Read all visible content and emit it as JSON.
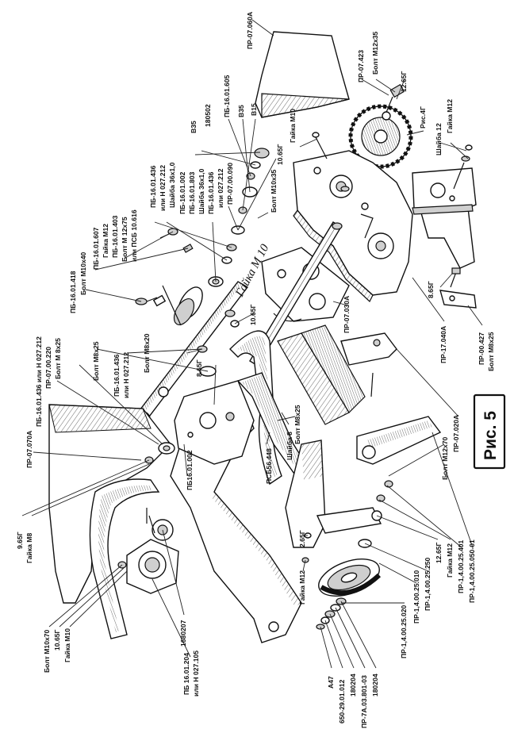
{
  "figure_label": "Рис. 5",
  "drawing_inscription": "Гайка М 10",
  "labels": [
    {
      "id": "pr07060a",
      "text": "ПР-07.060А"
    },
    {
      "id": "pr07423",
      "text": "ПР-07.423"
    },
    {
      "id": "boltm12x35",
      "text": "Болт М12х35"
    },
    {
      "id": "g1265a",
      "text": "12.65Г"
    },
    {
      "id": "ris4g",
      "text": "Рис.4Г"
    },
    {
      "id": "shaiba12",
      "text": "Шайба 12"
    },
    {
      "id": "gaikam12a",
      "text": "Гайка М12"
    },
    {
      "id": "b35",
      "text": "В35"
    },
    {
      "id": "n180502",
      "text": "180502"
    },
    {
      "id": "pb1601605",
      "text": "ПБ-16.01.605"
    },
    {
      "id": "b35b",
      "text": "В35"
    },
    {
      "id": "b15",
      "text": "В15"
    },
    {
      "id": "gaikam10",
      "text": "Гайка М10"
    },
    {
      "id": "g1065a",
      "text": "10.65Г"
    },
    {
      "id": "pb1601436a",
      "text": "ПБ-16.01.436"
    },
    {
      "id": "ilih027212a",
      "text": "или Н 027.212"
    },
    {
      "id": "shaiba36a",
      "text": "Шайба 36х1,0"
    },
    {
      "id": "pb1601002a",
      "text": "ПБ-16.01.002"
    },
    {
      "id": "pb1601803",
      "text": "ПБ-16.01.803"
    },
    {
      "id": "shaiba36b",
      "text": "Шайба 36х1,0"
    },
    {
      "id": "pb1601436b",
      "text": "ПБ-16.01.436"
    },
    {
      "id": "ilih027212b",
      "text": "или 027.212"
    },
    {
      "id": "pr0700090",
      "text": "ПР-07.00.090"
    },
    {
      "id": "boltm10x35",
      "text": "Болт М10х35"
    },
    {
      "id": "pb1601403",
      "text": "ПБ-16.01.403"
    },
    {
      "id": "boltm12x75",
      "text": "Болт М 12х75"
    },
    {
      "id": "ilipsb16616",
      "text": "или ПСБ 10.616"
    },
    {
      "id": "pb1601607",
      "text": "ПБ-16.01.607"
    },
    {
      "id": "gaikam12b",
      "text": "Гайка М12"
    },
    {
      "id": "boltm10x40",
      "text": "Болт М10х40"
    },
    {
      "id": "pb1601418",
      "text": "ПБ-16.01.418"
    },
    {
      "id": "g1065b",
      "text": "10.65Г"
    },
    {
      "id": "pr07030a",
      "text": "ПР-07.030А"
    },
    {
      "id": "g865a",
      "text": "8.65Г"
    },
    {
      "id": "pr17040a",
      "text": "ПР-17.040А"
    },
    {
      "id": "pr00427",
      "text": "ПР-00.427"
    },
    {
      "id": "boltm8x25a",
      "text": "Болт М8х25"
    },
    {
      "id": "pb1601436c",
      "text": "ПБ-16.01.436 или Н 027.212"
    },
    {
      "id": "pr0700220",
      "text": "ПР-07.00.220"
    },
    {
      "id": "boltm8x25b",
      "text": "Болт М 8х25"
    },
    {
      "id": "boltm8x25c",
      "text": "Болт М8х25"
    },
    {
      "id": "pb1601436d",
      "text": "ПБ-16.01.436"
    },
    {
      "id": "ilih027212c",
      "text": "или Н 027.212"
    },
    {
      "id": "boltm8x20",
      "text": "Болт М8х20"
    },
    {
      "id": "g865b",
      "text": "8.65Г"
    },
    {
      "id": "pr07070a",
      "text": "ПР-07.070А"
    },
    {
      "id": "pb1601002b",
      "text": "ПБ16.01.002"
    },
    {
      "id": "psb56448",
      "text": "ПСБ56.448"
    },
    {
      "id": "shaiba8",
      "text": "Шайба 8"
    },
    {
      "id": "boltm8x25d",
      "text": "Болт М8х25"
    },
    {
      "id": "boltm12x70",
      "text": "Болт М12х70"
    },
    {
      "id": "pr07020a",
      "text": "ПР-07.020А"
    },
    {
      "id": "g965",
      "text": "9.65Г"
    },
    {
      "id": "gaikam8",
      "text": "Гайка М8"
    },
    {
      "id": "g1265b",
      "text": "12.65Г"
    },
    {
      "id": "gaikam12c",
      "text": "Гайка М12"
    },
    {
      "id": "pr1400025401",
      "text": "ПР-1,4.00.25.401"
    },
    {
      "id": "pr140025050",
      "text": "ПР-1,4.00.25.050-01"
    },
    {
      "id": "g265",
      "text": "2.65Г"
    },
    {
      "id": "gaikam12d",
      "text": "Гайка М12"
    },
    {
      "id": "pr140025250",
      "text": "ПР-1,4.00.25.250"
    },
    {
      "id": "pr140025010",
      "text": "ПР-1,4.00.25.010"
    },
    {
      "id": "pr140025020",
      "text": "ПР-1,4.00.25.020"
    },
    {
      "id": "boltm10x70",
      "text": "Болт М10х70"
    },
    {
      "id": "g1065c",
      "text": "10.65Г"
    },
    {
      "id": "gaikam10b",
      "text": "Гайка М10"
    },
    {
      "id": "n1680207",
      "text": "1680207"
    },
    {
      "id": "pb1601204",
      "text": "ПБ 16.01.204"
    },
    {
      "id": "ilih027105",
      "text": "или Н 027.105"
    },
    {
      "id": "a47",
      "text": "А47"
    },
    {
      "id": "n6502901012",
      "text": "650-29.01.012"
    },
    {
      "id": "n180204a",
      "text": "180204"
    },
    {
      "id": "pr7a03801",
      "text": "ПР-7А.03.801-03"
    },
    {
      "id": "n180204b",
      "text": "180204"
    }
  ]
}
